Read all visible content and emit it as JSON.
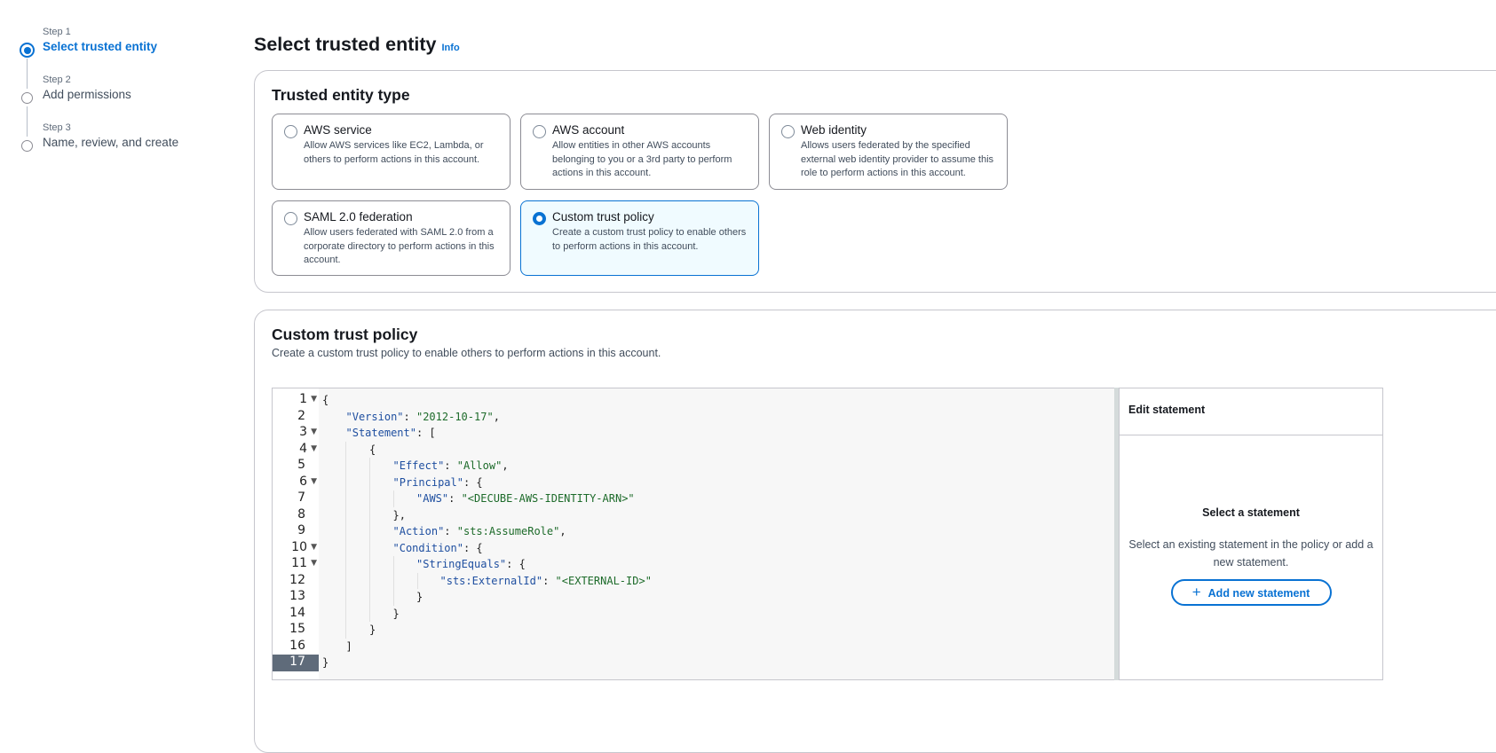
{
  "wizard": {
    "steps": [
      {
        "label": "Step 1",
        "name": "Select trusted entity",
        "active": true
      },
      {
        "label": "Step 2",
        "name": "Add permissions",
        "active": false
      },
      {
        "label": "Step 3",
        "name": "Name, review, and create",
        "active": false
      }
    ]
  },
  "page": {
    "title": "Select trusted entity",
    "info": "Info"
  },
  "entity_type": {
    "title": "Trusted entity type",
    "options": [
      {
        "title": "AWS service",
        "desc": "Allow AWS services like EC2, Lambda, or others to perform actions in this account.",
        "selected": false
      },
      {
        "title": "AWS account",
        "desc": "Allow entities in other AWS accounts belonging to you or a 3rd party to perform actions in this account.",
        "selected": false
      },
      {
        "title": "Web identity",
        "desc": "Allows users federated by the specified external web identity provider to assume this role to perform actions in this account.",
        "selected": false
      },
      {
        "title": "SAML 2.0 federation",
        "desc": "Allow users federated with SAML 2.0 from a corporate directory to perform actions in this account.",
        "selected": false
      },
      {
        "title": "Custom trust policy",
        "desc": "Create a custom trust policy to enable others to perform actions in this account.",
        "selected": true
      }
    ]
  },
  "policy": {
    "title": "Custom trust policy",
    "desc": "Create a custom trust policy to enable others to perform actions in this account.",
    "current_line": 17,
    "lines": [
      {
        "indent": 0,
        "fold": true,
        "tokens": [
          [
            "p",
            "{"
          ]
        ]
      },
      {
        "indent": 1,
        "fold": false,
        "tokens": [
          [
            "k",
            "\"Version\""
          ],
          [
            "p",
            ": "
          ],
          [
            "s",
            "\"2012-10-17\""
          ],
          [
            "p",
            ","
          ]
        ]
      },
      {
        "indent": 1,
        "fold": true,
        "tokens": [
          [
            "k",
            "\"Statement\""
          ],
          [
            "p",
            ": ["
          ]
        ]
      },
      {
        "indent": 2,
        "fold": true,
        "tokens": [
          [
            "p",
            "{"
          ]
        ]
      },
      {
        "indent": 3,
        "fold": false,
        "tokens": [
          [
            "k",
            "\"Effect\""
          ],
          [
            "p",
            ": "
          ],
          [
            "s",
            "\"Allow\""
          ],
          [
            "p",
            ","
          ]
        ]
      },
      {
        "indent": 3,
        "fold": true,
        "tokens": [
          [
            "k",
            "\"Principal\""
          ],
          [
            "p",
            ": {"
          ]
        ]
      },
      {
        "indent": 4,
        "fold": false,
        "tokens": [
          [
            "k",
            "\"AWS\""
          ],
          [
            "p",
            ": "
          ],
          [
            "s",
            "\"<DECUBE-AWS-IDENTITY-ARN>\""
          ]
        ]
      },
      {
        "indent": 3,
        "fold": false,
        "tokens": [
          [
            "p",
            "},"
          ]
        ]
      },
      {
        "indent": 3,
        "fold": false,
        "tokens": [
          [
            "k",
            "\"Action\""
          ],
          [
            "p",
            ": "
          ],
          [
            "s",
            "\"sts:AssumeRole\""
          ],
          [
            "p",
            ","
          ]
        ]
      },
      {
        "indent": 3,
        "fold": true,
        "tokens": [
          [
            "k",
            "\"Condition\""
          ],
          [
            "p",
            ": {"
          ]
        ]
      },
      {
        "indent": 4,
        "fold": true,
        "tokens": [
          [
            "k",
            "\"StringEquals\""
          ],
          [
            "p",
            ": {"
          ]
        ]
      },
      {
        "indent": 5,
        "fold": false,
        "tokens": [
          [
            "k",
            "\"sts:ExternalId\""
          ],
          [
            "p",
            ": "
          ],
          [
            "s",
            "\"<EXTERNAL-ID>\""
          ]
        ]
      },
      {
        "indent": 4,
        "fold": false,
        "tokens": [
          [
            "p",
            "}"
          ]
        ]
      },
      {
        "indent": 3,
        "fold": false,
        "tokens": [
          [
            "p",
            "}"
          ]
        ]
      },
      {
        "indent": 2,
        "fold": false,
        "tokens": [
          [
            "p",
            "}"
          ]
        ]
      },
      {
        "indent": 1,
        "fold": false,
        "tokens": [
          [
            "p",
            "]"
          ]
        ]
      },
      {
        "indent": 0,
        "fold": false,
        "tokens": [
          [
            "p",
            "}"
          ]
        ]
      }
    ]
  },
  "edit_statement": {
    "title": "Edit statement",
    "empty_title": "Select a statement",
    "empty_desc": "Select an existing statement in the policy or add a new statement.",
    "add_label": "Add new statement",
    "add_icon": "plus-icon"
  }
}
